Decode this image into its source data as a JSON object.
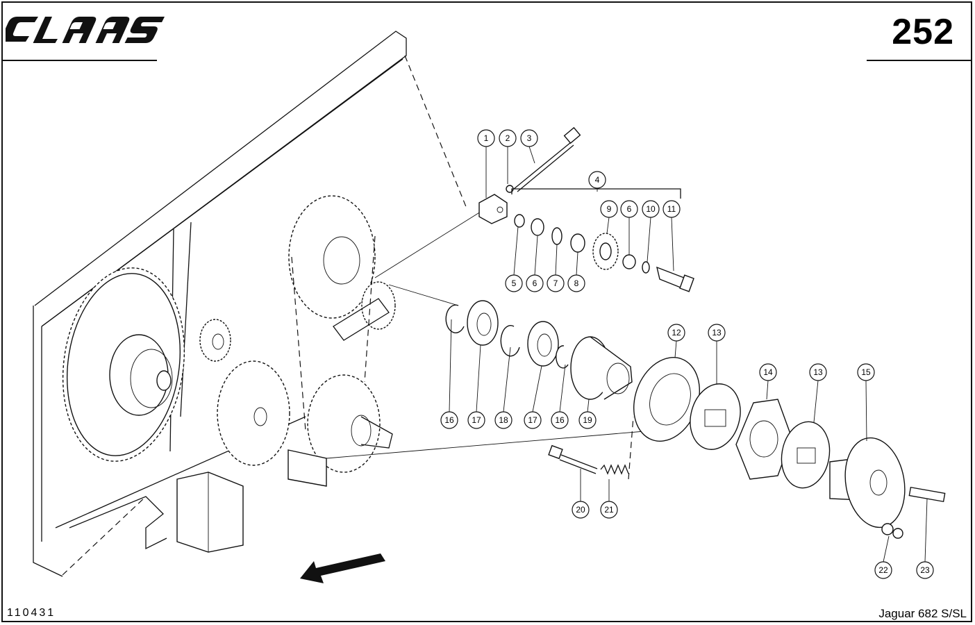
{
  "header": {
    "brand_logo_text": "CLAAS",
    "sheet_number": "252"
  },
  "footer": {
    "drawing_code": "110431",
    "model": "Jaguar 682 S/SL"
  },
  "callouts": [
    "1",
    "2",
    "3",
    "4",
    "5",
    "6",
    "6",
    "7",
    "8",
    "9",
    "10",
    "11",
    "12",
    "13",
    "13",
    "14",
    "15",
    "16",
    "16",
    "17",
    "17",
    "18",
    "19",
    "20",
    "21",
    "22",
    "23"
  ],
  "icons": {
    "direction_arrow": "arrow-down-left-icon"
  }
}
